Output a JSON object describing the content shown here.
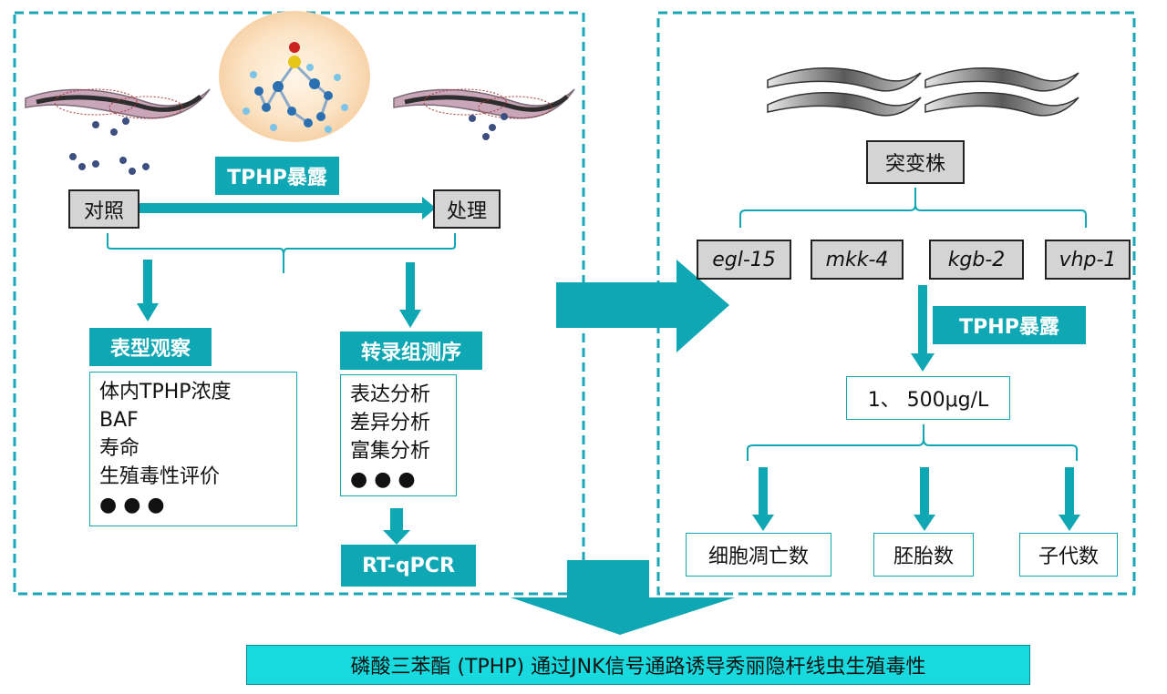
{
  "left_panel": {
    "control_label": "对照",
    "treatment_label": "处理",
    "exposure_label": "TPHP暴露",
    "phenotype": {
      "title": "表型观察",
      "items": [
        "体内TPHP浓度",
        "BAF",
        "寿命",
        "生殖毒性评价",
        "● ● ●"
      ]
    },
    "transcriptome": {
      "title": "转录组测序",
      "items": [
        "表达分析",
        "差异分析",
        "富集分析",
        "● ● ●"
      ]
    },
    "validation_label": "RT-qPCR"
  },
  "right_panel": {
    "mutant_label": "突变株",
    "mutants": [
      "egl-15",
      "mkk-4",
      "kgb-2",
      "vhp-1"
    ],
    "exposure_label": "TPHP暴露",
    "concentration_label": "1、 500μg/L",
    "outcomes": [
      "细胞凋亡数",
      "胚胎数",
      "子代数"
    ]
  },
  "conclusion": "磷酸三苯酯 (TPHP) 通过JNK信号通路诱导秀丽隐杆线虫生殖毒性",
  "colors": {
    "teal": "#0fa7b3",
    "gray_box": "#d4d4d4",
    "dashed_border": "#1aa6b7",
    "bottom_bar": "#18d9dd"
  }
}
